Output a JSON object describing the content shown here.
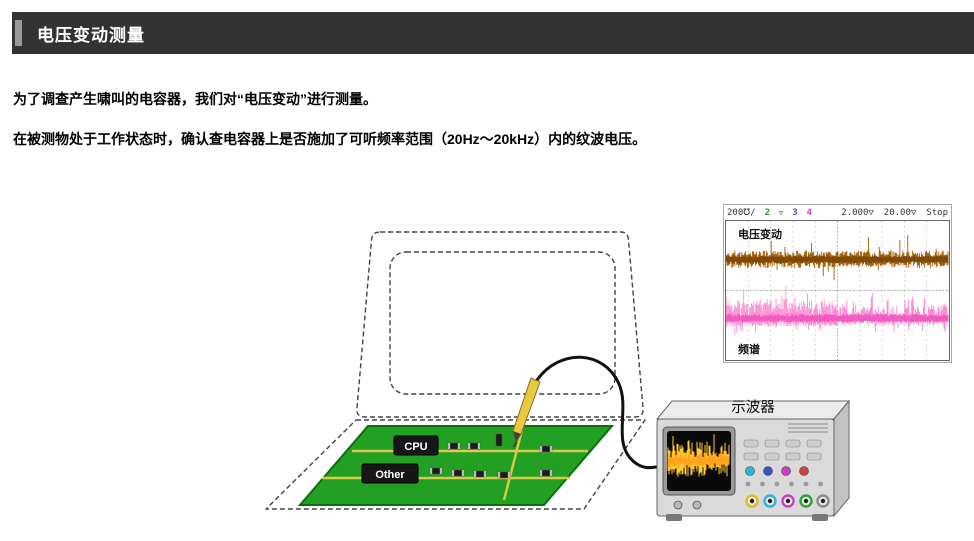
{
  "header": {
    "title": "电压变动测量",
    "bar_color": "#333333",
    "accent_color": "#999999"
  },
  "paragraphs": {
    "p1": "为了调查产生啸叫的电容器，我们对“电压变动”进行测量。",
    "p2": "在被测物处于工作状态时，确认查电容器上是否施加了可听频率范围（20Hz～20kHz）内的纹波电压。"
  },
  "capture": {
    "vdiv": "200℧/",
    "ch2": "2",
    "marker": "▽",
    "ch3": "3",
    "ch4": "4",
    "t1": "2.000▽",
    "t2": "20.00▽",
    "run_state": "Stop",
    "label_top": "电压变动",
    "label_bottom": "频谱",
    "channel2_color": "#1ba11b",
    "channel3_color": "#5548cc",
    "channel4_color": "#cc3ecc",
    "trace_top_color": "#a9650e",
    "trace_bottom_color": "#ff8ad2"
  },
  "diagram": {
    "oscilloscope_label": "示波器",
    "cpu_label": "CPU",
    "other_label": "Other",
    "pcb_color": "#23a023",
    "pcb_trace_color": "#d9c84c",
    "screen_trace_color": "#ffcc33"
  }
}
